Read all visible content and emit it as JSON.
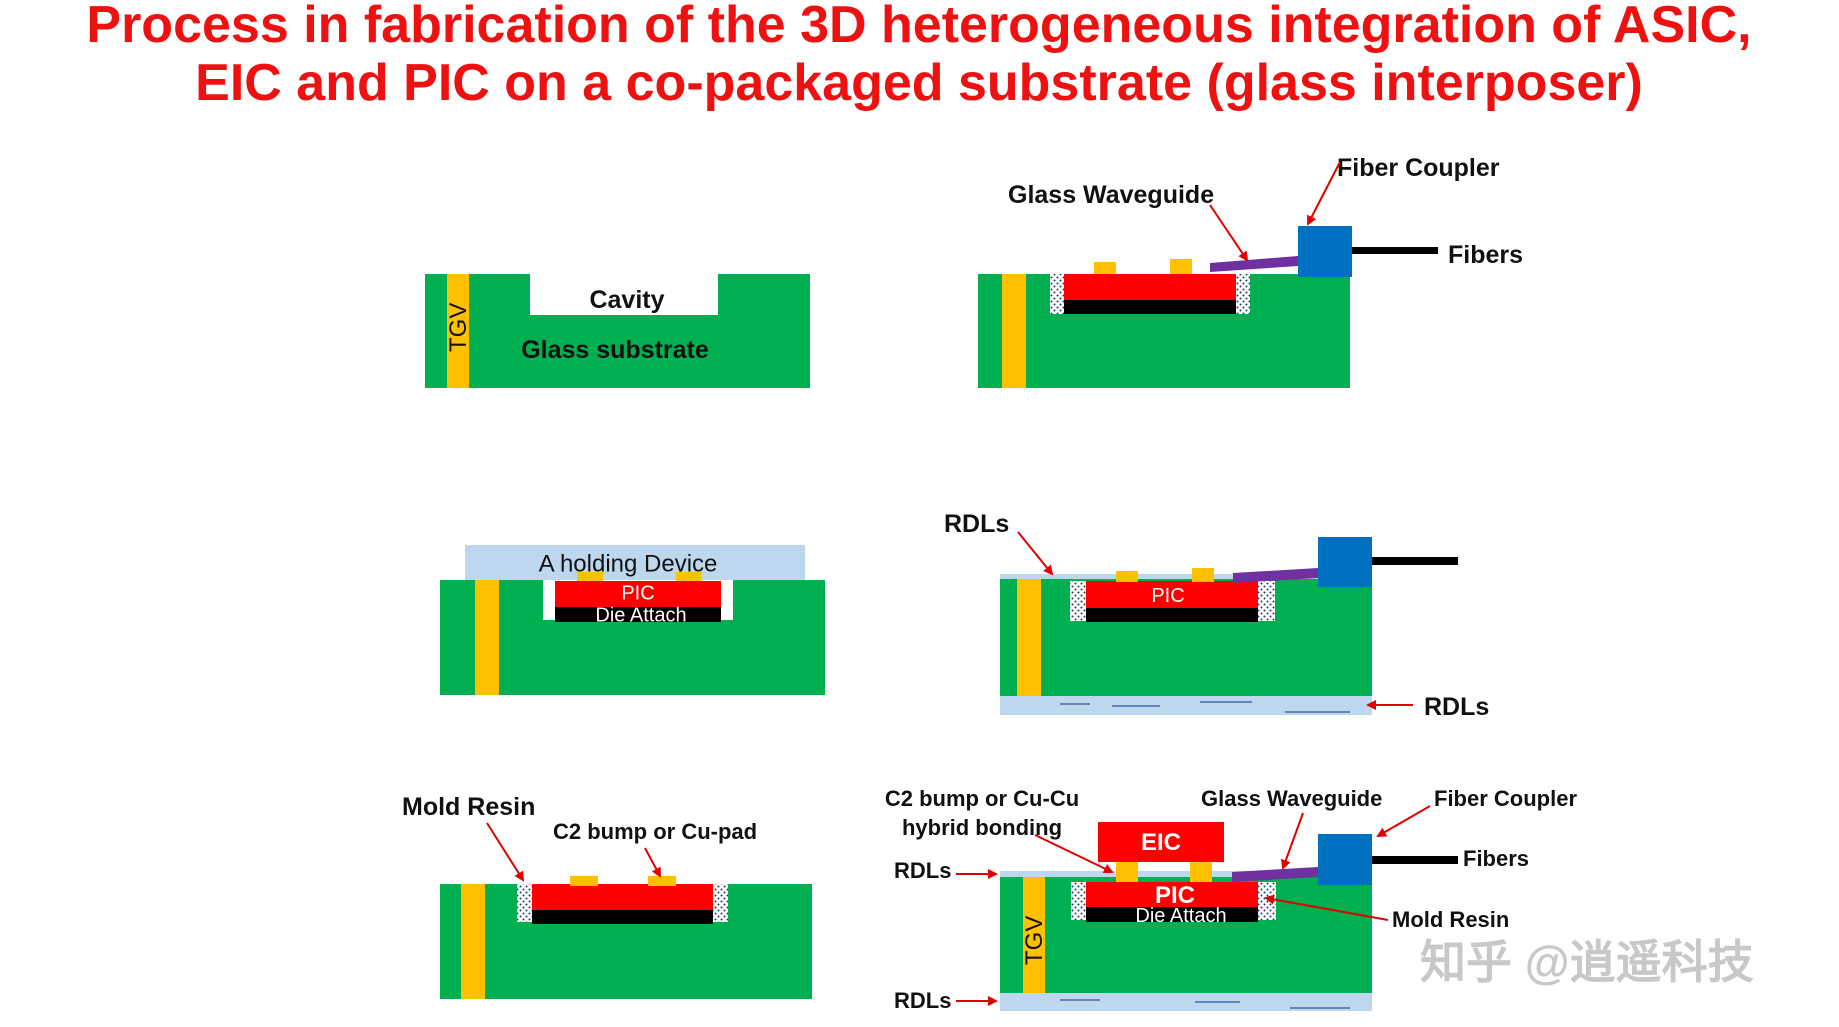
{
  "title": {
    "line1": "Process in fabrication of the 3D heterogeneous integration of ASIC,",
    "line2": "EIC and PIC on a co-packaged substrate (glass interposer)"
  },
  "labels": {
    "tgv": "TGV",
    "cavity": "Cavity",
    "glass_substrate": "Glass substrate",
    "holding_device": "A holding Device",
    "pic": "PIC",
    "die_attach": "Die Attach",
    "mold_resin": "Mold Resin",
    "c2_cu_pad": "C2 bump or Cu-pad",
    "glass_waveguide": "Glass Waveguide",
    "fiber_coupler": "Fiber Coupler",
    "fibers": "Fibers",
    "rdls": "RDLs",
    "c2_hybrid_line1": "C2 bump or Cu-Cu",
    "c2_hybrid_line2": "hybrid bonding",
    "eic": "EIC"
  },
  "watermark": "知乎 @逍遥科技",
  "colors": {
    "title": "#ee1111",
    "glass_green": "#00b050",
    "tgv_yellow": "#ffc000",
    "chip_red": "#ff0000",
    "die_attach_black": "#000000",
    "holding_blue": "#bdd7ee",
    "waveguide_purple": "#7030a0",
    "coupler_blue": "#0070c0",
    "arrow_red": "#e00000"
  }
}
